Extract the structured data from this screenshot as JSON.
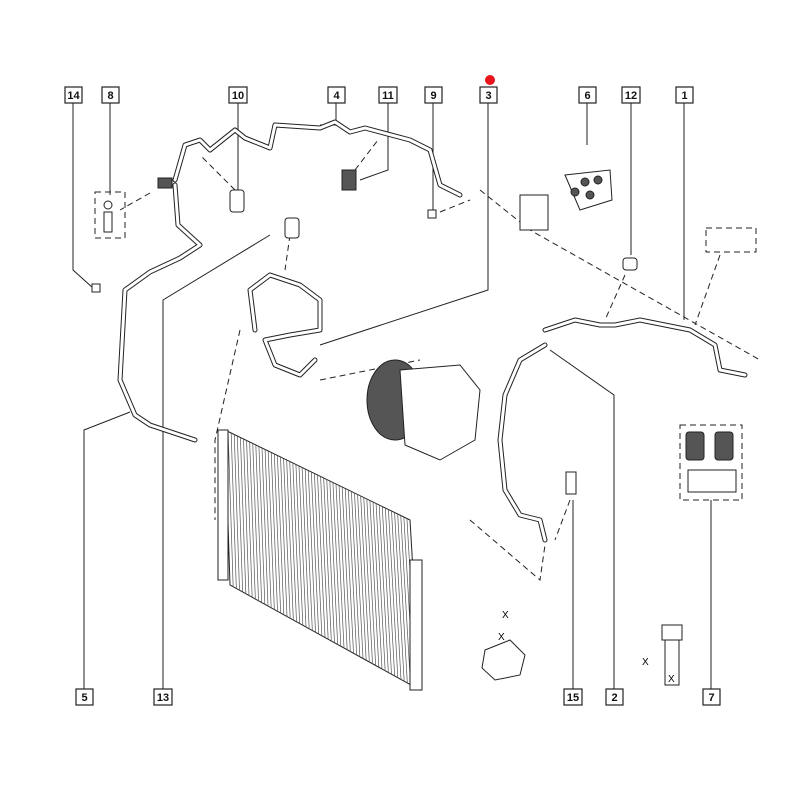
{
  "diagram": {
    "title_marker_color": "#e8141c",
    "labels_top": [
      "14",
      "8",
      "10",
      "4",
      "11",
      "9",
      "3",
      "6",
      "12",
      "1"
    ],
    "labels_bottom": [
      "5",
      "13",
      "15",
      "2",
      "7"
    ],
    "dimension_marks": [
      "X",
      "X",
      "X",
      "X"
    ]
  }
}
